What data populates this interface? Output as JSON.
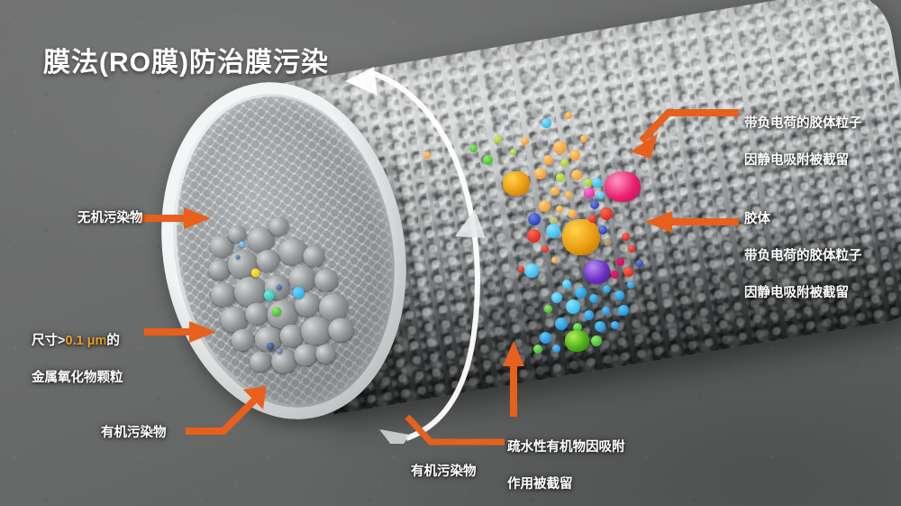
{
  "title": "膜法(RO膜)防治膜污染",
  "colors": {
    "background_top": "#717272",
    "background_bottom": "#5c5e5e",
    "arrow_orange": "#e8601c",
    "highlight_orange": "#e8a020",
    "label_text": "#ffffff",
    "membrane_face": "#dcdfe0",
    "membrane_skin": "#9a9e9f"
  },
  "annotations": {
    "inorganic_pollutant": {
      "text": "无机污染物",
      "icon": "right-arrow-icon"
    },
    "metal_oxide_particles": {
      "line1_prefix": "尺寸>",
      "line1_highlight": "0.1 μm",
      "line1_suffix": "的",
      "line2": "金属氧化物颗粒",
      "icon": "right-arrow-icon"
    },
    "organic_pollutant_left": {
      "text": "有机污染物",
      "icon": "bent-up-arrow-icon"
    },
    "organic_pollutant_bottom": {
      "text": "有机污染物",
      "icon": "white-arrowhead-icon"
    },
    "hydrophobic_organics": {
      "line1": "疏水性有机物因吸附",
      "line2": "作用被截留",
      "icon": "up-arrow-icon"
    },
    "charged_colloid_top": {
      "line1": "带负电荷的胶体粒子",
      "line2": "因静电吸附被截留",
      "icon": "down-left-arrow-icon"
    },
    "colloid_right": {
      "line1": "胶体",
      "line2": "带负电荷的胶体粒子",
      "line3": "因静电吸附被截留",
      "icon": "left-arrow-icon"
    }
  },
  "diagram": {
    "object": "reverse-osmosis-membrane-cylinder",
    "cross_section": "honeycomb-pore-array",
    "rotation_indicator": "white-curved-arrow"
  }
}
